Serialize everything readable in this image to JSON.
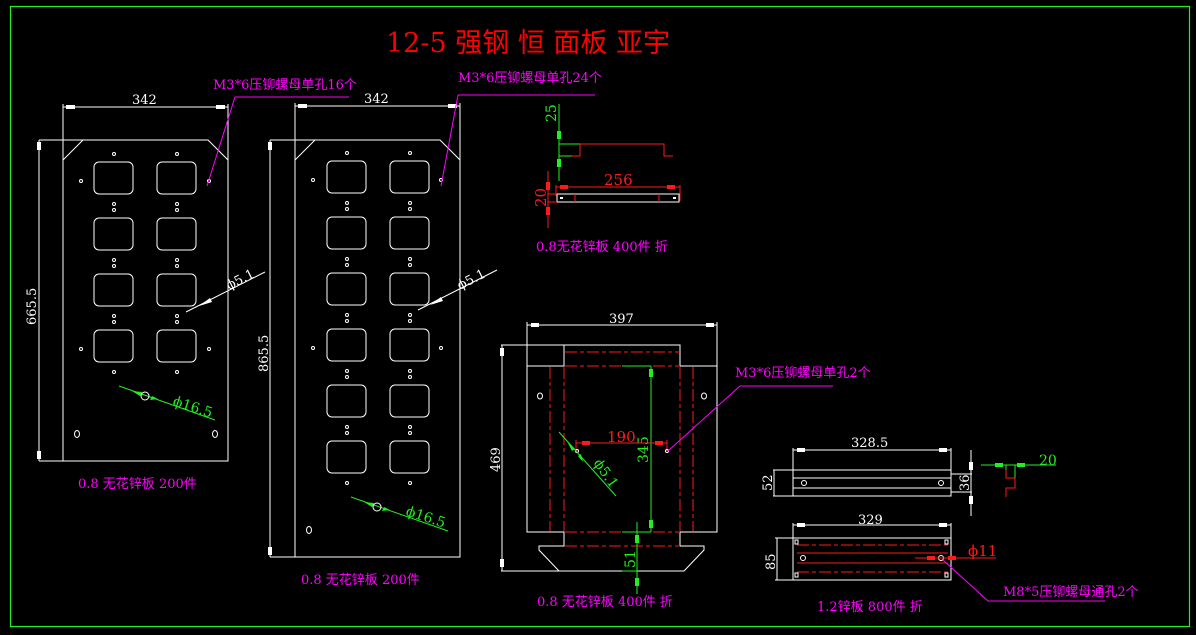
{
  "drawing": {
    "title": "12-5 强钢 恒 面板 亚宇",
    "colors": {
      "background": "#000000",
      "frame": "#22ee22",
      "outline": "#ffffff",
      "title": "#ff0000",
      "annotation": "#ff00ff",
      "dim_red": "#ff1a1a",
      "dim_green": "#22ee22"
    },
    "panel_a": {
      "width_dim": "342",
      "height_dim": "665.5",
      "small_hole_dim": "ϕ5.1",
      "big_hole_dim": "ϕ16.5",
      "callout": "M3*6压铆螺母单孔16个",
      "caption": "0.8 无花锌板 200件",
      "cutout_rows": 4,
      "cutout_cols": 2
    },
    "panel_b": {
      "width_dim": "342",
      "height_dim": "865.5",
      "small_hole_dim": "ϕ5.1",
      "big_hole_dim": "ϕ16.5",
      "callout": "M3*6压铆螺母单孔24个",
      "caption": "0.8 无花锌板 200件",
      "cutout_rows": 6,
      "cutout_cols": 2
    },
    "strip_part": {
      "height_dim_top": "25",
      "length_dim": "256",
      "height_dim": "20",
      "caption": "0.8无花锌板 400件 折"
    },
    "frame_part": {
      "width_dim": "397",
      "height_dim": "469",
      "inner_dim": "345",
      "hole_spacing_dim": "190",
      "hole_dim": "ϕ5.1",
      "flange_dim": "51",
      "callout": "M3*6压铆螺母单孔2个",
      "caption": "0.8 无花锌板 400件 折"
    },
    "bracket_a": {
      "length_dim": "328.5",
      "height_dim": "52",
      "inner_dim": "36",
      "profile_dim": "20"
    },
    "bracket_b": {
      "length_dim": "329",
      "height_dim": "85",
      "hole_dim": "ϕ11",
      "callout": "M8*5压铆螺母通孔2个",
      "caption": "1.2锌板 800件 折"
    }
  }
}
